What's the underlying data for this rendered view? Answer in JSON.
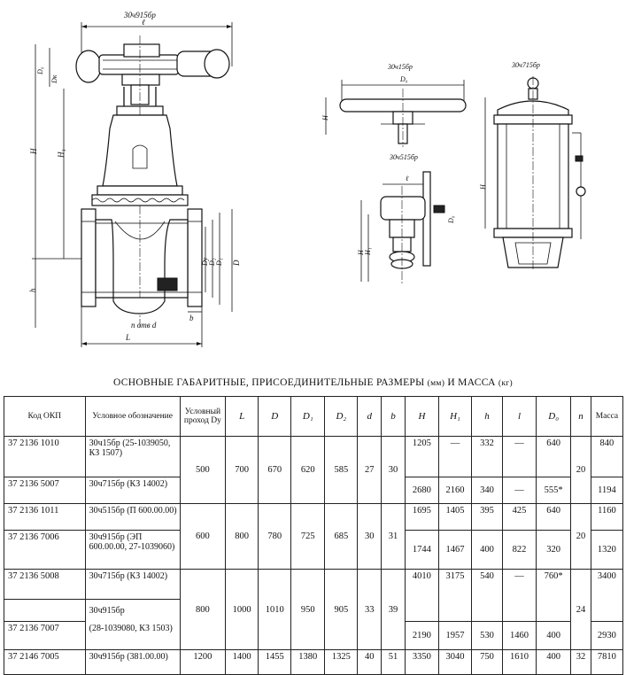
{
  "drawing_labels": {
    "model_main": "30ч915бр",
    "model_hand": "30ч15бр",
    "model_small": "30ч515бр",
    "model_motor": "30ч715бр",
    "dim_l": "ℓ",
    "dim_D0": "D₀",
    "dim_Dk": "Dк",
    "dim_H": "H",
    "dim_H1": "H₁",
    "dim_h": "h",
    "dim_Dy": "Dу",
    "dim_D2": "D₂",
    "dim_D1": "D₁",
    "dim_D": "D",
    "dim_b": "b",
    "dim_holes": "n отв d",
    "dim_L": "L"
  },
  "table": {
    "title": "ОСНОВНЫЕ ГАБАРИТНЫЕ, ПРИСОЕДИНИТЕЛЬНЫЕ РАЗМЕРЫ",
    "title_units_mm": "(мм)",
    "title_and": "И МАССА",
    "title_units_kg": "(кг)",
    "headers": {
      "code": "Код ОКП",
      "designation": "Условное обозначение",
      "dn": "Условный проход Dу",
      "L": "L",
      "D": "D",
      "D1": "D₁",
      "D2": "D₂",
      "d": "d",
      "b": "b",
      "H": "H",
      "H1": "H₁",
      "h": "h",
      "l": "l",
      "D0": "D₀",
      "n": "n",
      "mass": "Масса"
    },
    "rows": [
      {
        "code": "37 2136 1010",
        "des": "30ч15бр (25-1039050, КЗ 1507)",
        "H": "1205",
        "H1": "—",
        "h": "332",
        "l": "—",
        "D0": "640",
        "mass": "840"
      },
      {
        "code": "37 2136 5007",
        "des": "30ч715бр (КЗ 14002)",
        "H": "2680",
        "H1": "2160",
        "h": "340",
        "l": "—",
        "D0": "555*",
        "mass": "1194"
      },
      {
        "code": "37 2136 1011",
        "des": "30ч515бр (П 600.00.00)",
        "H": "1695",
        "H1": "1405",
        "h": "395",
        "l": "425",
        "D0": "640",
        "mass": "1160"
      },
      {
        "code": "37 2136 7006",
        "des": "30ч915бр (ЭП 600.00.00, 27-1039060)",
        "H": "1744",
        "H1": "1467",
        "h": "400",
        "l": "822",
        "D0": "320",
        "mass": "1320"
      },
      {
        "code": "37 2136 5008",
        "des": "30ч715бр (КЗ 14002)",
        "H": "4010",
        "H1": "3175",
        "h": "540",
        "l": "—",
        "D0": "760*",
        "mass": "3400"
      },
      {
        "code": "",
        "des": "30ч915бр",
        "H": "",
        "H1": "",
        "h": "",
        "l": "",
        "D0": "",
        "mass": ""
      },
      {
        "code": "37 2136 7007",
        "des": "(28-1039080, КЗ 1503)",
        "H": "2190",
        "H1": "1957",
        "h": "530",
        "l": "1460",
        "D0": "400",
        "mass": "2930"
      },
      {
        "code": "37 2146 7005",
        "des": "30ч915бр (381.00.00)",
        "H": "3350",
        "H1": "3040",
        "h": "750",
        "l": "1610",
        "D0": "400",
        "mass": "7810"
      }
    ],
    "groups": [
      {
        "dn": "500",
        "L": "700",
        "D": "670",
        "D1": "620",
        "D2": "585",
        "d": "27",
        "b": "30",
        "n": "20"
      },
      {
        "dn": "600",
        "L": "800",
        "D": "780",
        "D1": "725",
        "D2": "685",
        "d": "30",
        "b": "31",
        "n": "20"
      },
      {
        "dn": "800",
        "L": "1000",
        "D": "1010",
        "D1": "950",
        "D2": "905",
        "d": "33",
        "b": "39",
        "n": "24"
      },
      {
        "dn": "1200",
        "L": "1400",
        "D": "1455",
        "D1": "1380",
        "D2": "1325",
        "d": "40",
        "b": "51",
        "n": "32"
      }
    ]
  }
}
